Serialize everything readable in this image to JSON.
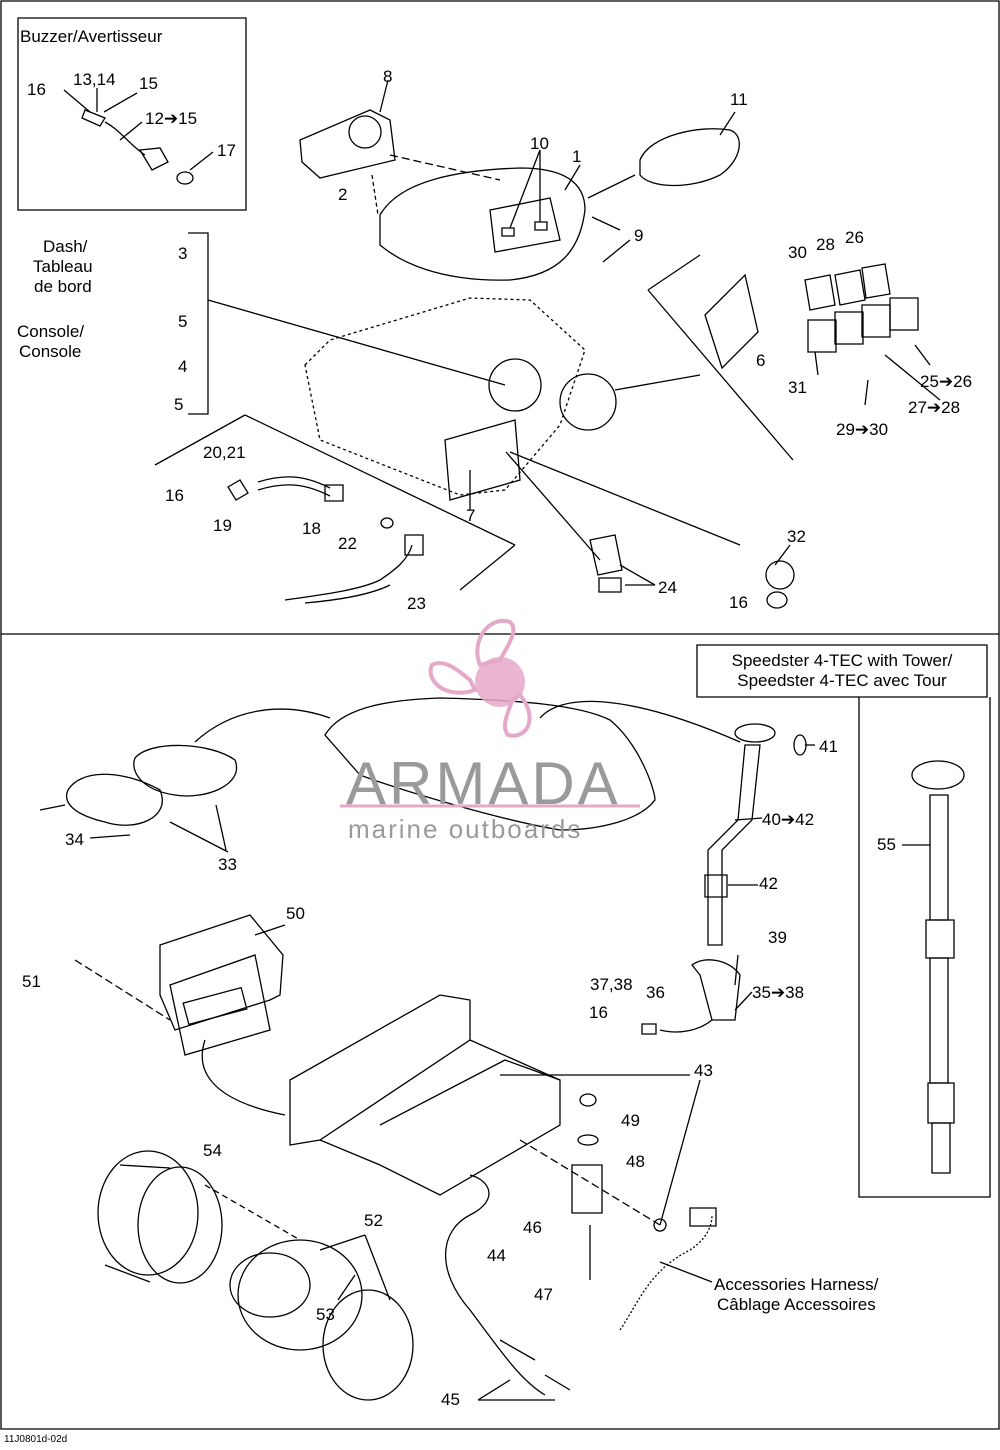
{
  "boxes": {
    "buzzer": "Buzzer/Avertisseur",
    "speedster": [
      "Speedster 4-TEC with Tower/",
      "Speedster 4-TEC avec Tour"
    ]
  },
  "side_labels": {
    "dash": [
      "Dash/",
      "Tableau",
      "de bord"
    ],
    "console": [
      "Console/",
      "Console"
    ],
    "accessories": [
      "Accessories Harness/",
      "Câblage Accessoires"
    ]
  },
  "callouts": [
    "16",
    "13,14",
    "15",
    "12➔15",
    "17",
    "8",
    "11",
    "10",
    "1",
    "2",
    "9",
    "30",
    "28",
    "26",
    "3",
    "5",
    "4",
    "5",
    "6",
    "31",
    "25➔26",
    "27➔28",
    "29➔30",
    "20,21",
    "16",
    "19",
    "18",
    "22",
    "7",
    "23",
    "24",
    "32",
    "16",
    "41",
    "40➔42",
    "42",
    "55",
    "34",
    "33",
    "50",
    "51",
    "39",
    "37,38",
    "36",
    "35➔38",
    "16",
    "43",
    "49",
    "48",
    "54",
    "46",
    "52",
    "44",
    "53",
    "47",
    "45"
  ],
  "watermark": {
    "title": "ARMADA",
    "subtitle": "marine outboards"
  },
  "footer_code": "11J0801d-02d",
  "colors": {
    "line": "#000000",
    "watermark_pink": "#e6a8c8",
    "watermark_gray": "#9a9a9a"
  }
}
